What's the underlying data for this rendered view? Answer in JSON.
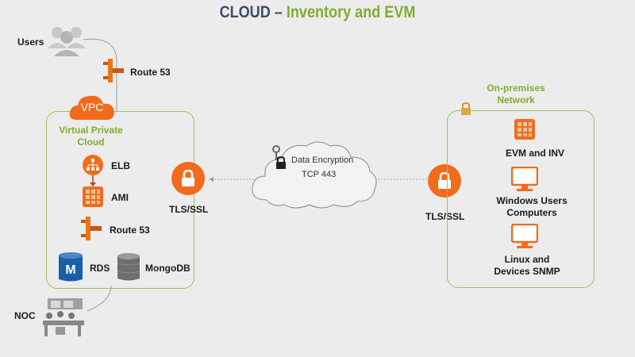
{
  "title": {
    "part1": "CLOUD",
    "dash": " – ",
    "part2": "Inventory and EVM"
  },
  "users": {
    "label": "Users"
  },
  "route53_top": {
    "label": "Route 53"
  },
  "vpc": {
    "badge": "VPC",
    "name_line1": "Virtual Private",
    "name_line2": "Cloud",
    "elb": "ELB",
    "ami": "AMI",
    "route53": "Route 53",
    "rds": "RDS",
    "mongodb": "MongoDB"
  },
  "noc": {
    "label": "NOC"
  },
  "left_tls": {
    "label": "TLS/SSL"
  },
  "right_tls": {
    "label": "TLS/SSL"
  },
  "cloud": {
    "line1": "Data Encryption",
    "line2": "TCP 443"
  },
  "onprem": {
    "title_line1": "On-premises",
    "title_line2": "Network",
    "evm": "EVM and INV",
    "windows_line1": "Windows Users",
    "windows_line2": "Computers",
    "linux_line1": "Linux and",
    "linux_line2": "Devices SNMP"
  },
  "colors": {
    "accent_orange": "#f26b1d",
    "accent_green": "#7fae2f",
    "title_blue": "#3d4f66",
    "rds_blue": "#1a5ea8"
  },
  "icons": [
    "users-icon",
    "route53-icon",
    "vpc-cloud-icon",
    "elb-icon",
    "ami-icon",
    "rds-icon",
    "mongodb-icon",
    "noc-icon",
    "lock-icon",
    "key-icon",
    "server-grid-icon",
    "monitor-icon"
  ]
}
